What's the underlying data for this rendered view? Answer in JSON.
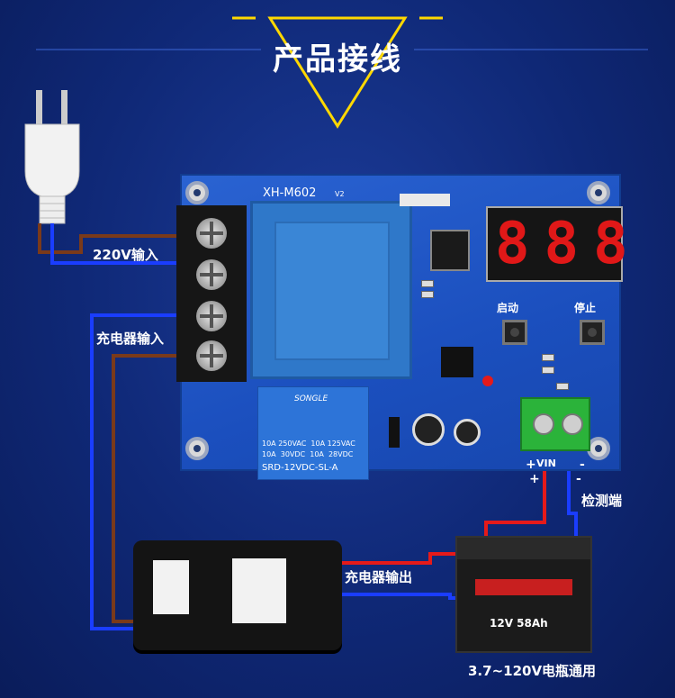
{
  "title": "产品接线",
  "labels": {
    "ac_input": "220V输入",
    "charger_input": "充电器输入",
    "charger_output": "充电器输出",
    "detect": "检测端",
    "battery_range": "3.7~120V电瓶通用",
    "plus": "+",
    "minus": "-",
    "vin": "VIN"
  },
  "board": {
    "model": "XH-M602",
    "version": "V2",
    "start_label": "启动",
    "stop_label": "停止",
    "display": "888"
  },
  "relay": {
    "brand": "SONGLE",
    "rating_1": "10A 250VAC  10A 125VAC",
    "rating_2": "10A  30VDC  10A  28VDC",
    "model": "SRD-12VDC-SL-A"
  },
  "battery": {
    "spec": "12V 58Ah"
  },
  "colors": {
    "background": "#0f2876",
    "wire_red": "#e51a1a",
    "wire_blue": "#1a3dff",
    "wire_brown": "#7a3a1a",
    "led_digit": "#e01818"
  }
}
